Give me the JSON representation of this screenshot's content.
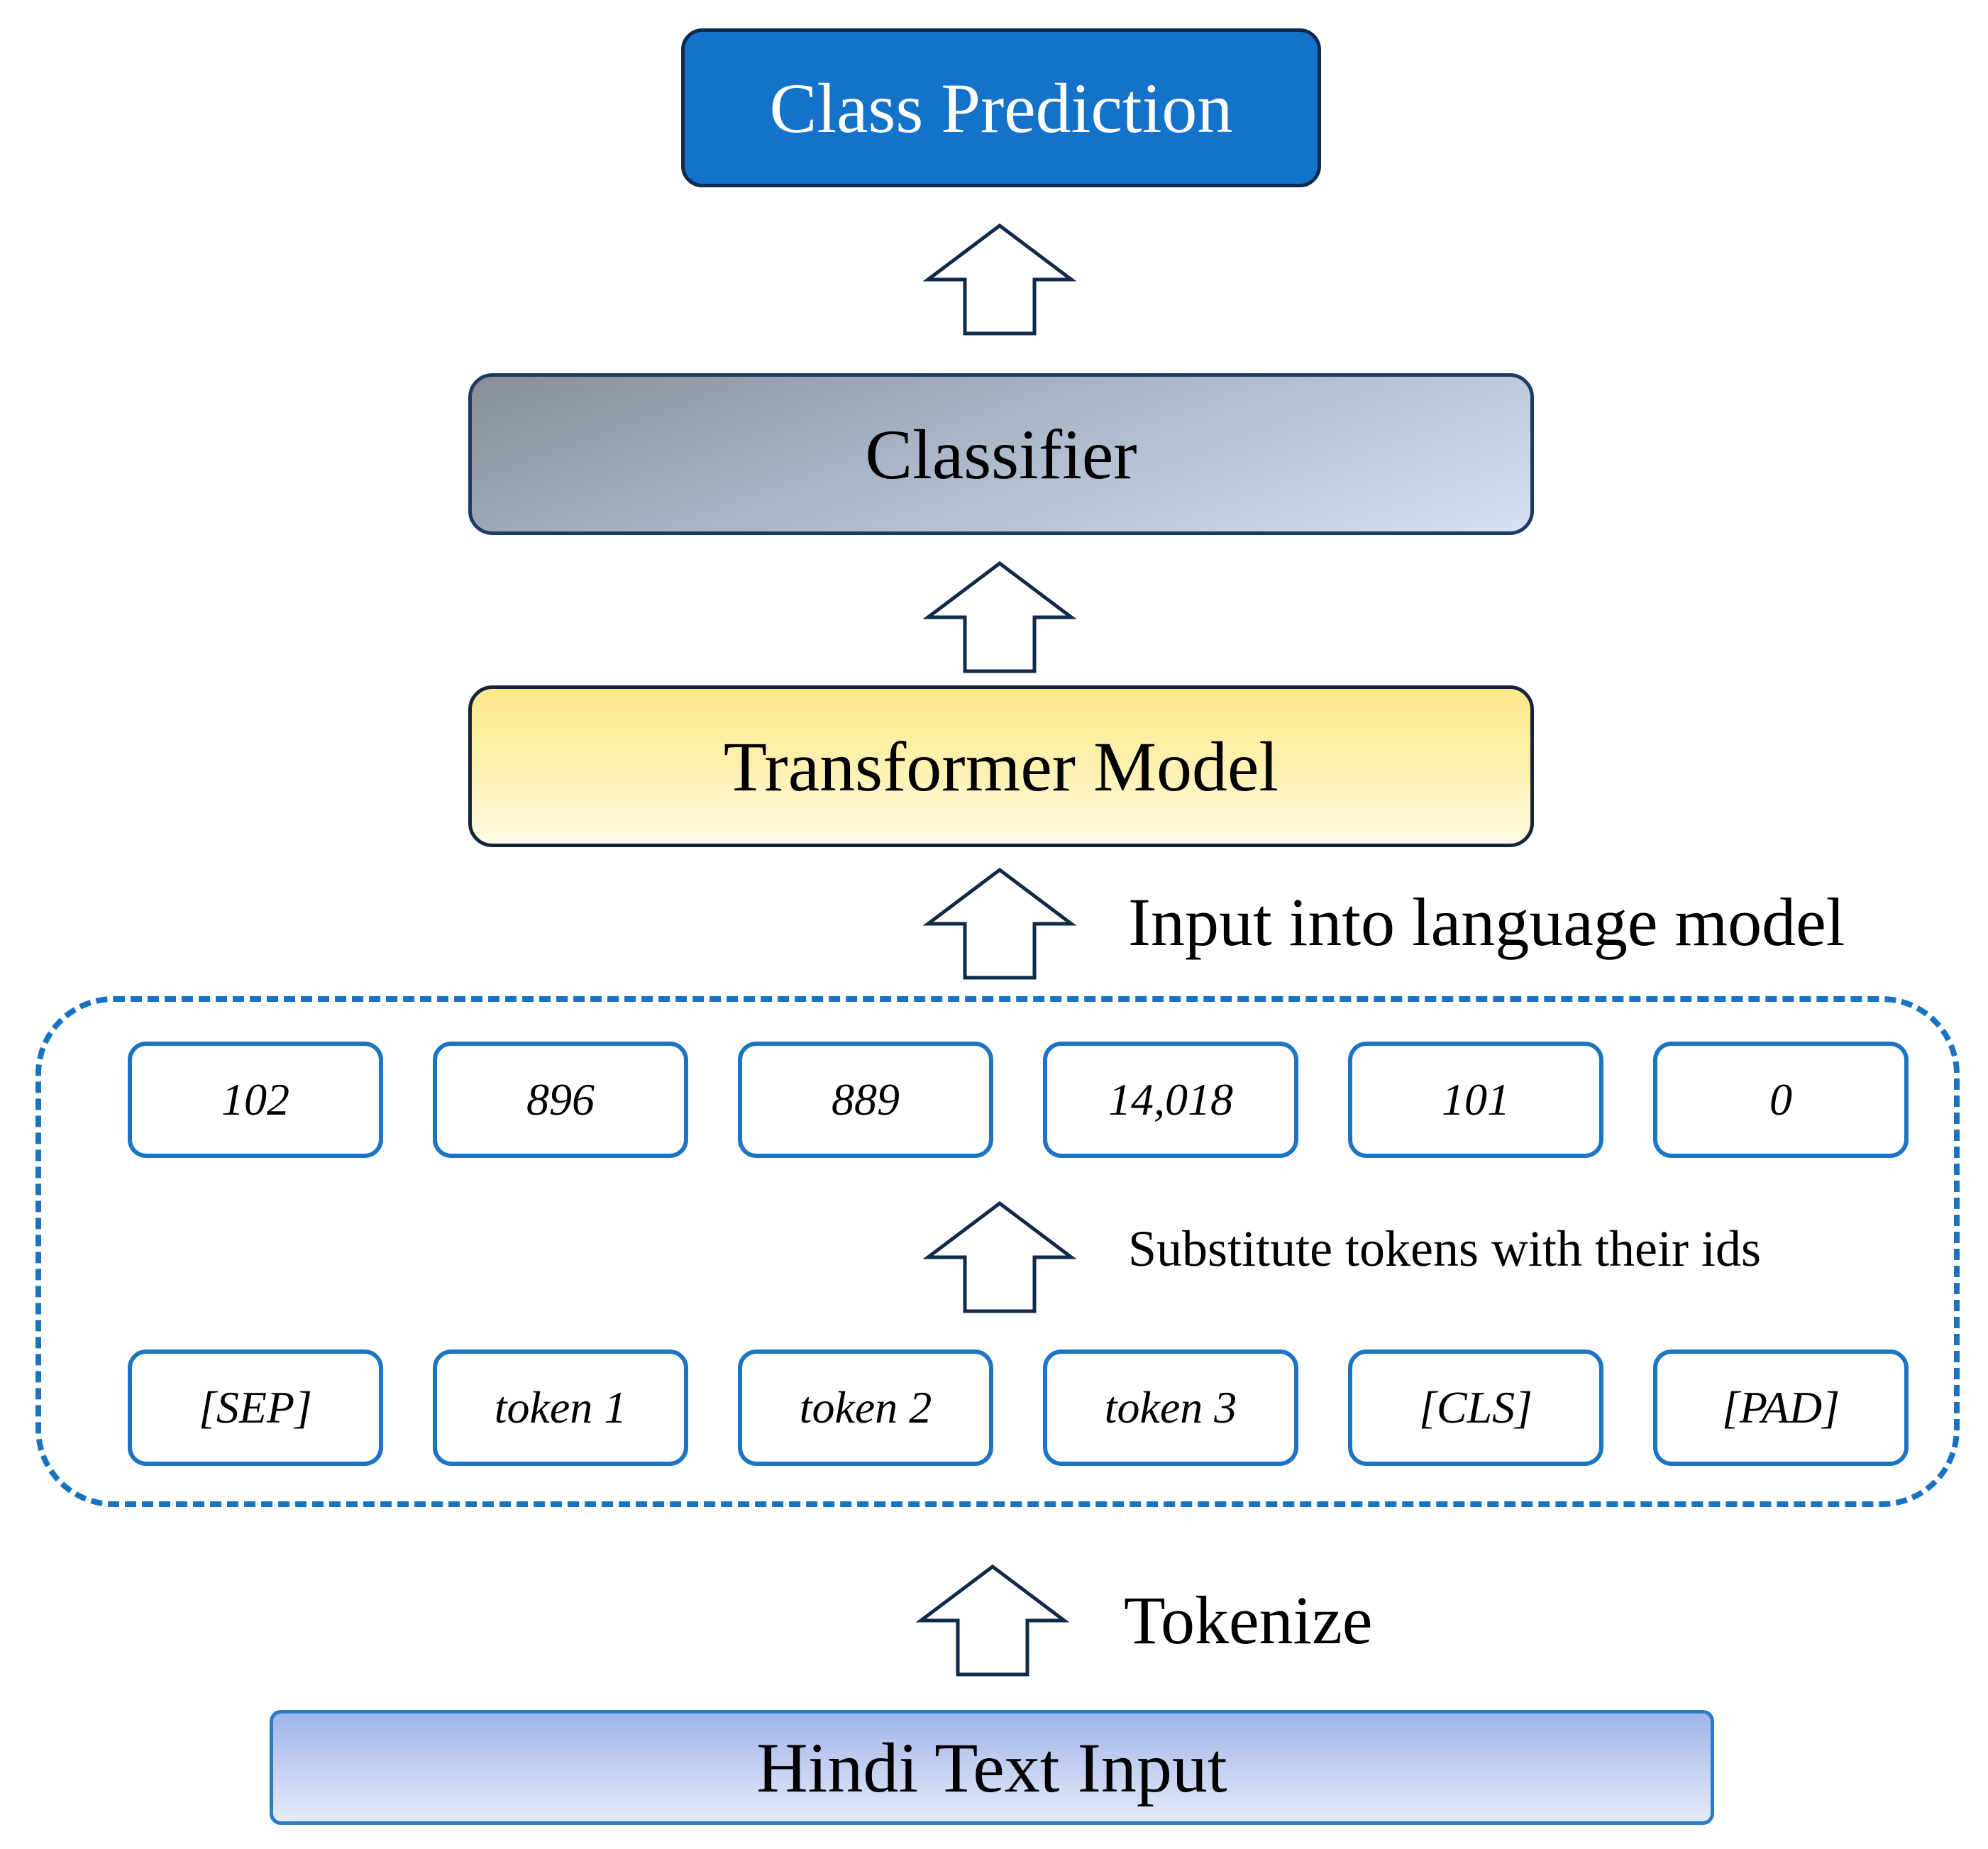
{
  "nodes": {
    "class_prediction": "Class Prediction",
    "classifier": "Classifier",
    "transformer_model": "Transformer Model",
    "hindi_text_input": "Hindi Text Input"
  },
  "edge_labels": {
    "input_into_language_model": "Input into language model",
    "substitute_tokens": "Substitute tokens with their ids",
    "tokenize": "Tokenize"
  },
  "token_ids": [
    "102",
    "896",
    "889",
    "14,018",
    "101",
    "0"
  ],
  "tokens": [
    "[SEP]",
    "token 1",
    "token 2",
    "token 3",
    "[CLS]",
    "[PAD]"
  ],
  "colors": {
    "class_prediction_fill": "#1572cb",
    "dashed_group_border": "#1a73c2",
    "chip_border": "#1c74c4",
    "arrow_stroke": "#0f2a4a"
  }
}
